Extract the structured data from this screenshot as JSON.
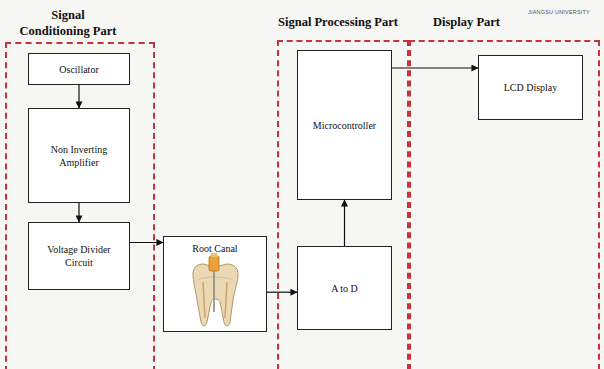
{
  "diagram": {
    "nodes": [
      {
        "text": [
          "Signal Conditioning Part"
        ]
      },
      {
        "text": [
          "Oscillator"
        ],
        "in": 0
      },
      {
        "text": [
          "Non Inverting Amplifier"
        ],
        "in": 0
      },
      {
        "text": [
          "Voltage Divider Circuit"
        ],
        "in": 0
      },
      {
        "text": [
          "Root Canal"
        ]
      },
      {
        "text": [
          "Signal Processing Part"
        ]
      },
      {
        "text": [
          "Microcontroller"
        ],
        "in": 5
      },
      {
        "text": [
          "A to D"
        ],
        "in": 5
      },
      {
        "text": [
          "Display Part"
        ]
      },
      {
        "text": [
          "LCD Display"
        ],
        "in": 8
      }
    ],
    "edges": [
      {
        "from": 1,
        "to": 2,
        "arrow": "to"
      },
      {
        "from": 2,
        "to": 3,
        "arrow": "to"
      },
      {
        "from": 3,
        "to": 4,
        "arrow": "to"
      },
      {
        "from": 4,
        "to": 7,
        "arrow": "to"
      },
      {
        "from": 7,
        "to": 6,
        "arrow": "to"
      },
      {
        "from": 6,
        "to": 9,
        "arrow": "to"
      }
    ],
    "labels": [
      "JIANGSU UNIVERSITY"
    ]
  }
}
